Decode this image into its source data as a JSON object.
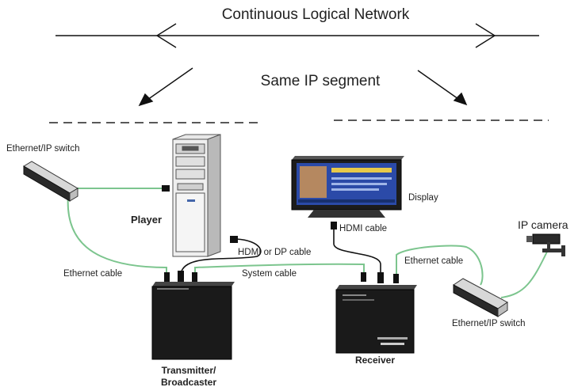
{
  "header": {
    "network_label": "Continuous Logical Network",
    "segment_label": "Same IP segment"
  },
  "labels": {
    "switch_left": "Ethernet/IP switch",
    "player": "Player",
    "hdmi_dp_cable": "HDMI or DP cable",
    "system_cable": "System cable",
    "ethernet_cable_left": "Ethernet cable",
    "transmitter_line1": "Transmitter/",
    "transmitter_line2": "Broadcaster",
    "display": "Display",
    "hdmi_cable": "HDMI cable",
    "receiver": "Receiver",
    "ethernet_cable_right": "Ethernet cable",
    "switch_right": "Ethernet/IP switch",
    "ip_camera": "IP camera"
  },
  "colors": {
    "ethernet_cable": "#7cc58e",
    "black_cable": "#111111",
    "screen_blue": "#2b4aa8"
  }
}
